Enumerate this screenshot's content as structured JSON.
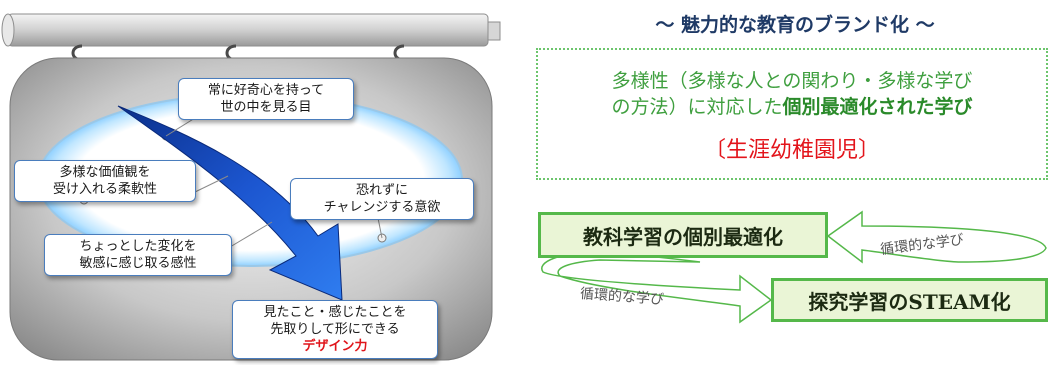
{
  "signboard": {
    "bubbles": {
      "curiosity": [
        "常に好奇心を持って",
        "世の中を見る目"
      ],
      "values": [
        "多様な価値観を",
        "受け入れる柔軟性"
      ],
      "challenge": [
        "恐れずに",
        "チャレンジする意欲"
      ],
      "sensitivity": [
        "ちょっとした変化を",
        "敏感に感じ取る感性"
      ],
      "design": [
        "見たこと・感じたことを",
        "先取りして形にできる",
        "デザイン力"
      ]
    },
    "accent_color": "#e0151b"
  },
  "brand": {
    "title": "～ 魅力的な教育のブランド化 ～",
    "diversity_line1": "多様性（多様な人との関わり・多様な学び",
    "diversity_line2_prefix": "の方法）に対応した",
    "diversity_line2_bold": "個別最適化された学び",
    "target": "〔生涯幼稚園児〕"
  },
  "cycle": {
    "subject_box": "教科学習の個別最適化",
    "inquiry_box": "探究学習のSTEAM化",
    "arrow_label_top": "循環的な学び",
    "arrow_label_bottom": "循環的な学び"
  }
}
